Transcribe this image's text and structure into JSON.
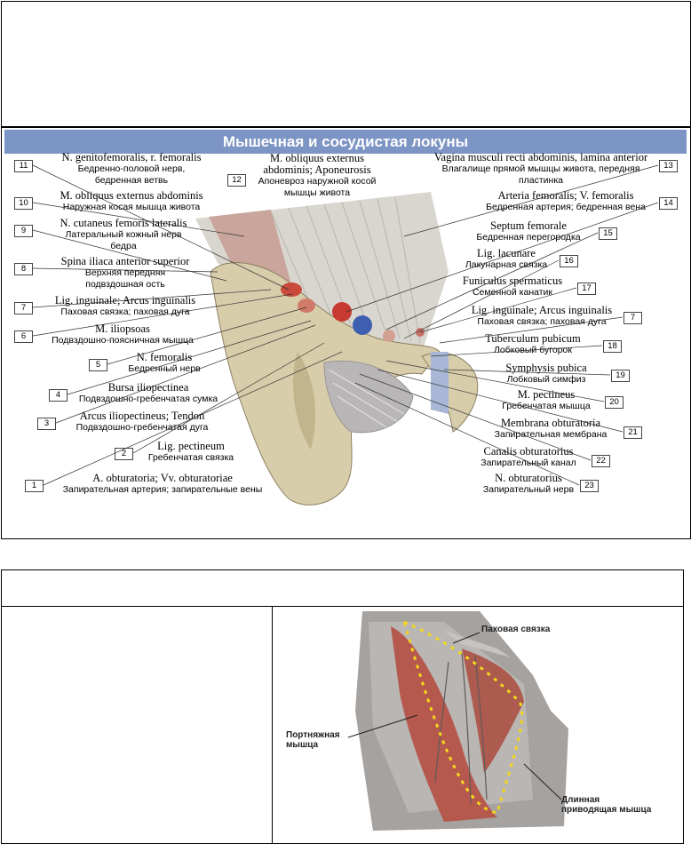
{
  "figure1": {
    "title": "Мышечная и сосудистая локуны",
    "labels": [
      {
        "n": "11",
        "lat": "N. genitofemoralis, r. femoralis",
        "ru": "Бедренно-половой нерв, бедренная ветвь"
      },
      {
        "n": "10",
        "lat": "M. obliquus externus abdominis",
        "ru": "Наружная косая мышца живота"
      },
      {
        "n": "9",
        "lat": "N. cutaneus femoris lateralis",
        "ru": "Латеральный кожный нерв бедра"
      },
      {
        "n": "8",
        "lat": "Spina iliaca anterior superior",
        "ru": "Верхняя передняя подвздошная ость"
      },
      {
        "n": "7",
        "lat": "Lig. inguinale; Arcus inguinalis",
        "ru": "Паховая связка; паховая дуга"
      },
      {
        "n": "6",
        "lat": "M. iliopsoas",
        "ru": "Подвздошно-поясничная мышца"
      },
      {
        "n": "5",
        "lat": "N. femoralis",
        "ru": "Бедренный нерв"
      },
      {
        "n": "4",
        "lat": "Bursa iliopectinea",
        "ru": "Подвздошно-гребенчатая сумка"
      },
      {
        "n": "3",
        "lat": "Arcus iliopectineus; Tendon",
        "ru": "Подвздошно-гребенчатая дуга"
      },
      {
        "n": "2",
        "lat": "Lig. pectineum",
        "ru": "Гребенчатая связка"
      },
      {
        "n": "1",
        "lat": "A. obturatoria; Vv. obturatoriae",
        "ru": "Запирательная артерия; запирательные вены"
      },
      {
        "n": "12",
        "lat": "M. obliquus externus abdominis; Aponeurosis",
        "ru": "Апоневроз наружной косой мышцы живота"
      },
      {
        "n": "13",
        "lat": "Vagina musculi recti abdominis, lamina anterior",
        "ru": "Влагалище прямой мышцы живота, передняя пластинка"
      },
      {
        "n": "14",
        "lat": "Arteria femoralis; V. femoralis",
        "ru": "Бедренная артерия; бедренная вена"
      },
      {
        "n": "15",
        "lat": "Septum femorale",
        "ru": "Бедренная перегородка"
      },
      {
        "n": "16",
        "lat": "Lig. lacunare",
        "ru": "Лакунарная связка"
      },
      {
        "n": "17",
        "lat": "Funiculus spermaticus",
        "ru": "Семенной канатик"
      },
      {
        "n": "7",
        "lat": "Lig. inguinale; Arcus inguinalis",
        "ru": "Паховая связка; паховая дуга"
      },
      {
        "n": "18",
        "lat": "Tuberculum pubicum",
        "ru": "Лобковый бугорок"
      },
      {
        "n": "19",
        "lat": "Symphysis pubica",
        "ru": "Лобковый симфиз"
      },
      {
        "n": "20",
        "lat": "M. pectineus",
        "ru": "Гребенчатая мышца"
      },
      {
        "n": "21",
        "lat": "Membrana obturatoria",
        "ru": "Запирательная мембрана"
      },
      {
        "n": "22",
        "lat": "Canalis obturatorius",
        "ru": "Запирательный канал"
      },
      {
        "n": "23",
        "lat": "N. obturatorius",
        "ru": "Запирательный нерв"
      }
    ]
  },
  "figure2": {
    "labels": {
      "inguinal": "Паховая связка",
      "sartorius": "Портняжная мышца",
      "adductor": "Длинная приводящая мышца"
    }
  }
}
